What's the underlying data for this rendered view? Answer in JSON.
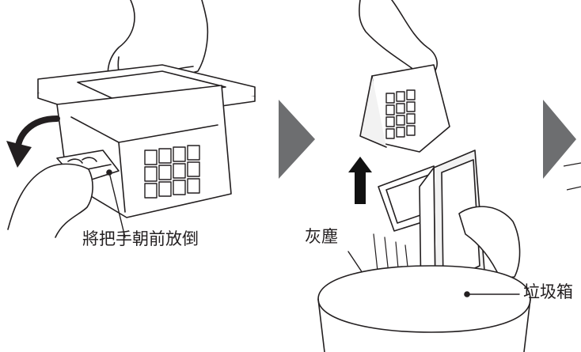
{
  "labels": {
    "step1": "將把手朝前放倒",
    "dust": "灰塵",
    "bin": "垃圾箱"
  },
  "colors": {
    "line": "#231f20",
    "step_arrow": "#6d6e70",
    "up_arrow": "#111111",
    "panel_fill": "#f2f2f2",
    "filter_dark": "#333333"
  }
}
